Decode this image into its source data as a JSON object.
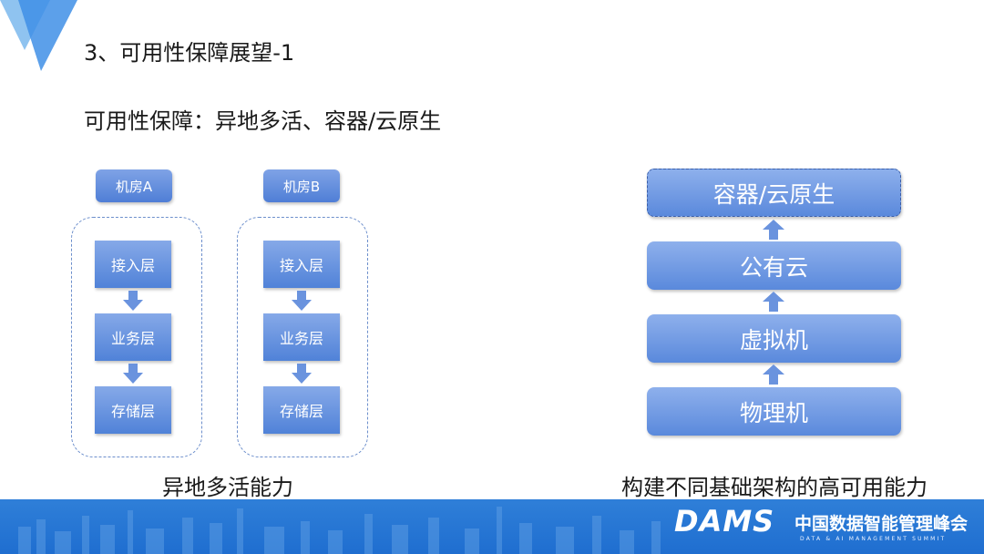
{
  "title": "3、可用性保障展望-1",
  "subtitle": "可用性保障：异地多活、容器/云原生",
  "left_diagram": {
    "rooms": [
      {
        "label": "机房A",
        "layers": [
          "接入层",
          "业务层",
          "存储层"
        ]
      },
      {
        "label": "机房B",
        "layers": [
          "接入层",
          "业务层",
          "存储层"
        ]
      }
    ],
    "caption": "异地多活能力"
  },
  "right_diagram": {
    "stack_top_to_bottom": [
      "容器/云原生",
      "公有云",
      "虚拟机",
      "物理机"
    ],
    "caption": "构建不同基础架构的高可用能力"
  },
  "footer": {
    "brand": "DAMS",
    "brand_cn": "中国数据智能管理峰会",
    "brand_en": "DATA & AI MANAGEMENT SUMMIT"
  },
  "colors": {
    "accent": "#4f7ed6",
    "footer": "#2a78d6"
  }
}
